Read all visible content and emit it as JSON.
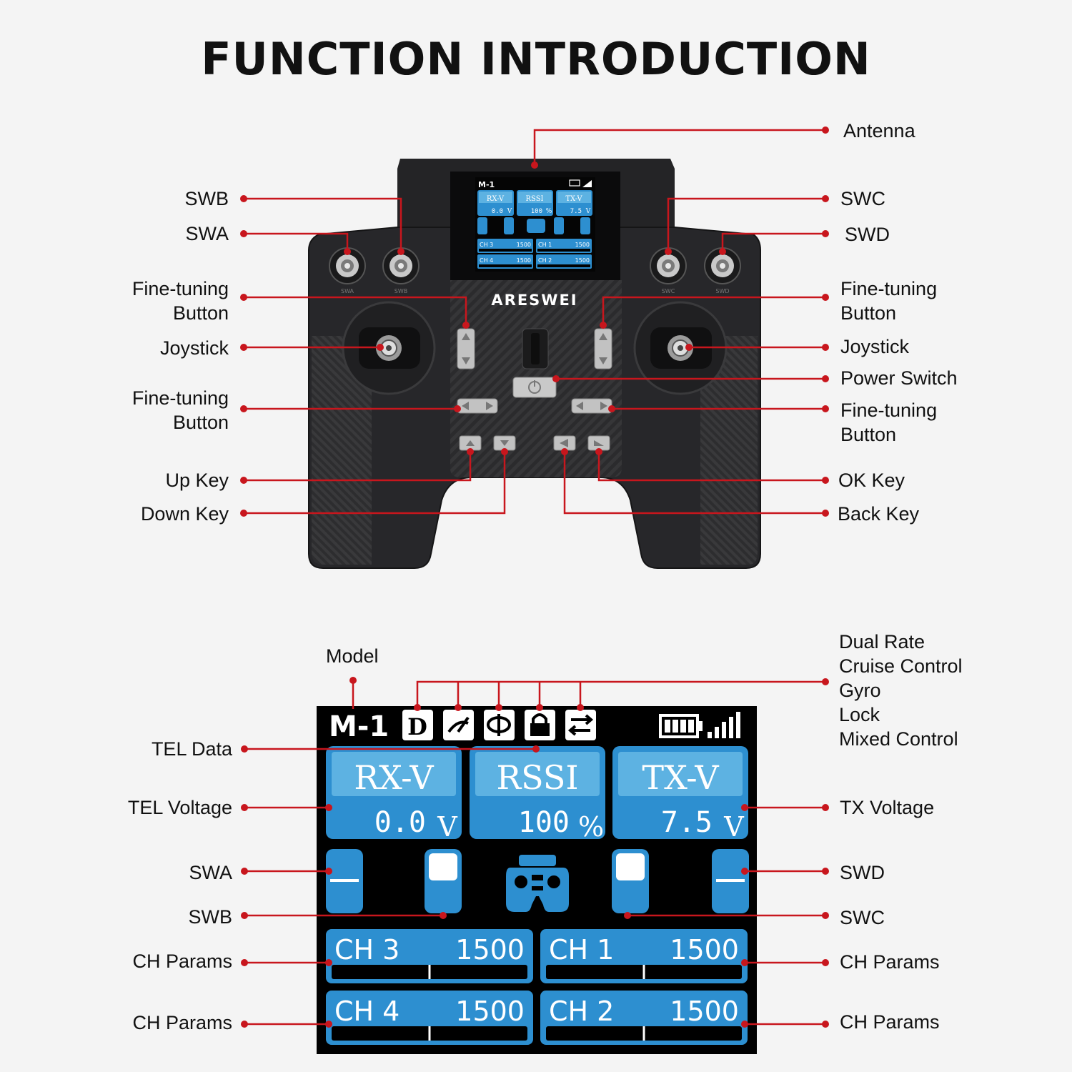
{
  "title": "FUNCTION INTRODUCTION",
  "brand": "ARESWEI",
  "callouts_top": {
    "antenna": "Antenna",
    "swb_left": "SWB",
    "swa_left": "SWA",
    "fine_tuning_left_1": [
      "Fine-tuning",
      "Button"
    ],
    "joystick_left": "Joystick",
    "fine_tuning_left_2": [
      "Fine-tuning",
      "Button"
    ],
    "up_key": "Up Key",
    "down_key": "Down Key",
    "swc_right": "SWC",
    "swd_right": "SWD",
    "fine_tuning_right_1": [
      "Fine-tuning",
      "Button"
    ],
    "joystick_right": "Joystick",
    "power_switch": "Power Switch",
    "fine_tuning_right_2": [
      "Fine-tuning",
      "Button"
    ],
    "ok_key": "OK Key",
    "back_key": "Back Key"
  },
  "switch_markings": [
    "SWA",
    "SWB",
    "SWC",
    "SWD"
  ],
  "callouts_bottom": {
    "model": "Model",
    "status_icons": [
      "Dual Rate",
      "Cruise Control",
      "Gyro",
      "Lock",
      "Mixed Control"
    ],
    "tel_data": "TEL Data",
    "tel_voltage": "TEL Voltage",
    "swa": "SWA",
    "swb": "SWB",
    "ch_params_1": "CH Params",
    "ch_params_2": "CH Params",
    "tx_voltage": "TX Voltage",
    "swd": "SWD",
    "swc": "SWC",
    "ch_params_3": "CH Params",
    "ch_params_4": "CH Params"
  },
  "screen": {
    "model": "M-1",
    "status_icon_letter": "D",
    "tiles": [
      {
        "label": "RX-V",
        "value": "0.0",
        "unit": "V"
      },
      {
        "label": "RSSI",
        "value": "100",
        "unit": "%"
      },
      {
        "label": "TX-V",
        "value": "7.5",
        "unit": "V"
      }
    ],
    "channels": [
      {
        "name": "CH 3",
        "value": "1500"
      },
      {
        "name": "CH 1",
        "value": "1500"
      },
      {
        "name": "CH 4",
        "value": "1500"
      },
      {
        "name": "CH 2",
        "value": "1500"
      }
    ]
  },
  "mini_screen": {
    "model": "M-1",
    "tiles": [
      {
        "label": "RX-V",
        "value": "0.0",
        "unit": "V"
      },
      {
        "label": "RSSI",
        "value": "100",
        "unit": "%"
      },
      {
        "label": "TX-V",
        "value": "7.5",
        "unit": "V"
      }
    ],
    "channels": [
      {
        "name": "CH 3",
        "value": "1500"
      },
      {
        "name": "CH 1",
        "value": "1500"
      },
      {
        "name": "CH 4",
        "value": "1500"
      },
      {
        "name": "CH 2",
        "value": "1500"
      }
    ]
  },
  "colors": {
    "callout_red": "#c8161d",
    "screen_blue": "#2d8fd0",
    "screen_blue_light": "#5db2e2",
    "body_dark": "#2a2a2c"
  }
}
